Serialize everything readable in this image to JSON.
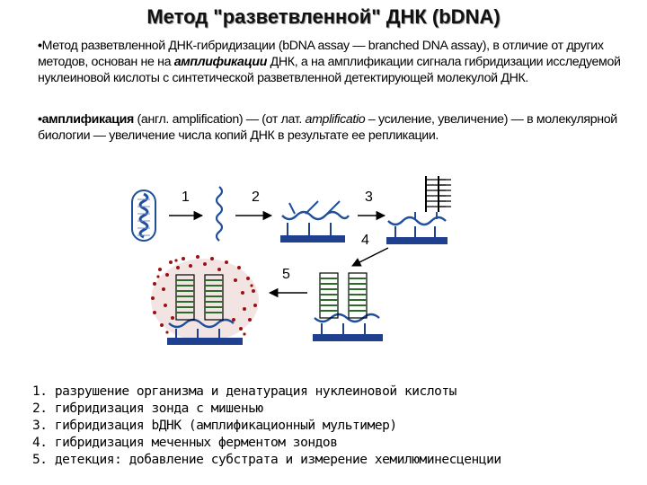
{
  "title": "Метод \"разветвленной\" ДНК (bDNA)",
  "paragraph1": {
    "bullet": "•",
    "t1": "Метод разветвленной ДНК-гибридизации (bDNA assay — branched DNA assay), в отличие от других методов, основан не на ",
    "emph": "амплификации",
    "t2": " ДНК, а на амплификации сигнала гибридизации исследуемой нуклеиновой кислоты с синтетической разветвленной детектирующей молекулой ДНК."
  },
  "paragraph2": {
    "bullet": "•",
    "term": "амплификация",
    "t1": " (англ. amplification) — (от лат. ",
    "latin": "amplificatio",
    "t2": " – усиление, увеличение) — в молекулярной биологии — увеличение числа копий ДНК в результате ее репликации."
  },
  "diagram_labels": [
    "1",
    "2",
    "3",
    "4",
    "5"
  ],
  "steps": [
    "1. разрушение организма и денатурация нуклеиновой кислоты",
    "2. гибридизация зонда с мишенью",
    "3. гибридизация bДНК (амплификационный мультимер)",
    "4. гибридизация меченных ферментом зондов",
    "5. детекция: добавление субстрата и измерение хемилюминесценции"
  ],
  "colors": {
    "strand": "#1f4e9a",
    "surface": "#1f3f8f",
    "label_dots": "#9b1010"
  }
}
